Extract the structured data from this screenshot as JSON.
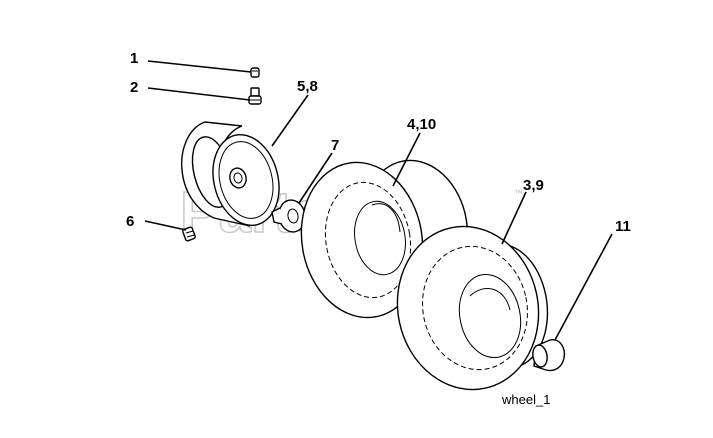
{
  "diagram": {
    "watermark": "PartsTree",
    "watermark_mark": "™",
    "caption": "wheel_1",
    "callouts": [
      {
        "id": "c1",
        "label": "1"
      },
      {
        "id": "c2",
        "label": "2"
      },
      {
        "id": "c58",
        "label": "5,8"
      },
      {
        "id": "c7",
        "label": "7"
      },
      {
        "id": "c410",
        "label": "4,10"
      },
      {
        "id": "c39",
        "label": "3,9"
      },
      {
        "id": "c6",
        "label": "6"
      },
      {
        "id": "c11",
        "label": "11"
      }
    ]
  }
}
